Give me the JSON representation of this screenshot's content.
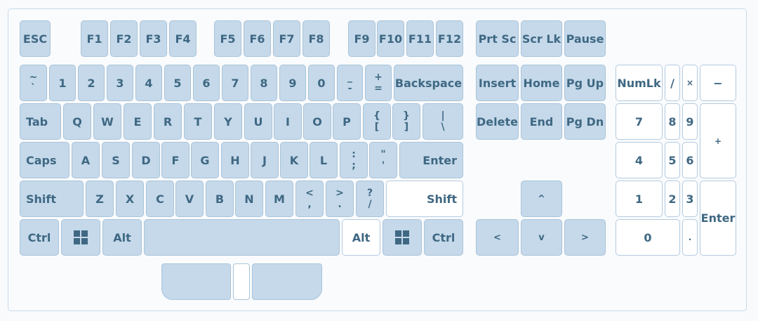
{
  "function_row": [
    "ESC",
    "F1",
    "F2",
    "F3",
    "F4",
    "F5",
    "F6",
    "F7",
    "F8",
    "F9",
    "F10",
    "F11",
    "F12",
    "Prt Sc",
    "Scr Lk",
    "Pause"
  ],
  "number_row": {
    "dual": [
      [
        "~",
        "`"
      ],
      [
        "_",
        "-"
      ],
      [
        "+",
        "="
      ]
    ],
    "singles": [
      "1",
      "2",
      "3",
      "4",
      "5",
      "6",
      "7",
      "8",
      "9",
      "0"
    ],
    "backspace": "Backspace"
  },
  "top_row": {
    "tab": "Tab",
    "letters": [
      "Q",
      "W",
      "E",
      "R",
      "T",
      "Y",
      "U",
      "I",
      "O",
      "P"
    ],
    "brackets": [
      [
        "{",
        "["
      ],
      [
        "}",
        "]"
      ],
      [
        "|",
        "\\"
      ]
    ]
  },
  "home_row": {
    "caps": "Caps",
    "letters": [
      "A",
      "S",
      "D",
      "F",
      "G",
      "H",
      "J",
      "K",
      "L"
    ],
    "punct": [
      [
        ":",
        ";"
      ],
      [
        "\"",
        "'"
      ]
    ],
    "enter": "Enter"
  },
  "bottom_row": {
    "shift_left": "Shift",
    "letters": [
      "Z",
      "X",
      "C",
      "V",
      "B",
      "N",
      "M"
    ],
    "punct": [
      [
        "<",
        ","
      ],
      [
        ">",
        "."
      ],
      [
        "?",
        "/"
      ]
    ],
    "shift_right": "Shift"
  },
  "space_row": {
    "ctrl_left": "Ctrl",
    "alt_left": "Alt",
    "space": "",
    "alt_right": "Alt",
    "ctrl_right": "Ctrl"
  },
  "nav": [
    "Insert",
    "Home",
    "Pg Up",
    "Delete",
    "End",
    "Pg Dn"
  ],
  "arrows": {
    "up": "^",
    "left": "<",
    "down": "v",
    "right": ">"
  },
  "numpad": [
    "NumLk",
    "/",
    "×",
    "−",
    "7",
    "8",
    "9",
    "+",
    "4",
    "5",
    "6",
    "1",
    "2",
    "3",
    "Enter",
    "0",
    "."
  ],
  "colors": {
    "key": "#c5d9ea",
    "key_border": "#a9c4da",
    "key_text": "#3f6883",
    "highlight": "#ffffff"
  },
  "icons": {
    "win": "windows-icon"
  }
}
